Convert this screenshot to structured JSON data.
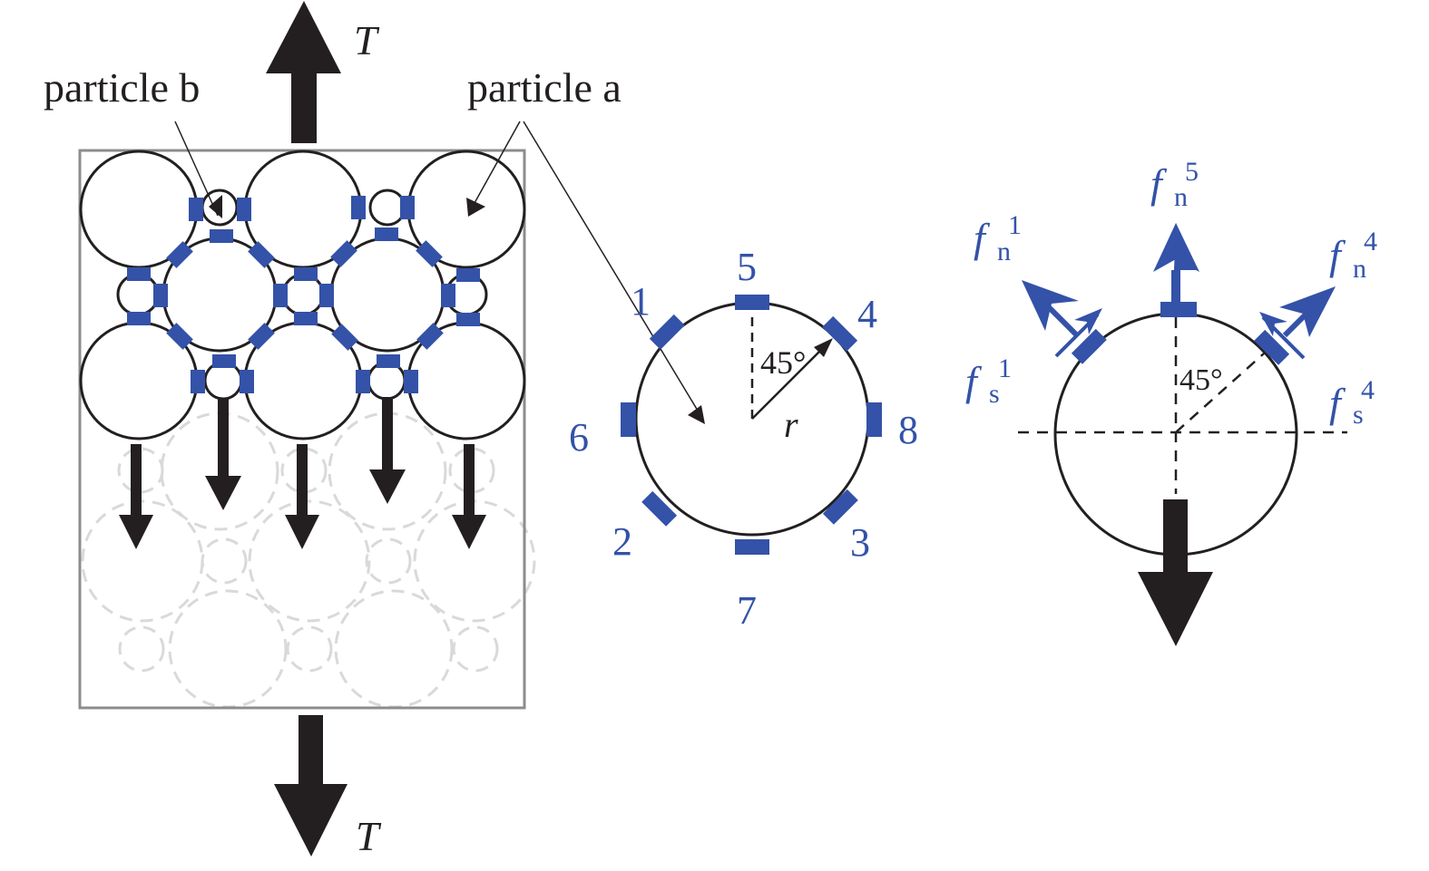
{
  "colors": {
    "ink": "#231f20",
    "contact": "#3352a8",
    "ghost": "#d9d9d9",
    "frame": "#8c8c8c"
  },
  "left_panel": {
    "load_label_top": "T",
    "load_label_bottom": "T",
    "particle_b_label": "particle b",
    "particle_a_label": "particle a"
  },
  "middle_panel": {
    "angle_label": "45°",
    "radius_label": "r",
    "contact_numbers": [
      "1",
      "2",
      "3",
      "4",
      "5",
      "6",
      "7",
      "8"
    ]
  },
  "right_panel": {
    "angle_label": "45°",
    "forces": [
      {
        "symbol": "f",
        "sub": "n",
        "sup": "5"
      },
      {
        "symbol": "f",
        "sub": "n",
        "sup": "1"
      },
      {
        "symbol": "f",
        "sub": "n",
        "sup": "4"
      },
      {
        "symbol": "f",
        "sub": "s",
        "sup": "1"
      },
      {
        "symbol": "f",
        "sub": "s",
        "sup": "4"
      }
    ]
  }
}
